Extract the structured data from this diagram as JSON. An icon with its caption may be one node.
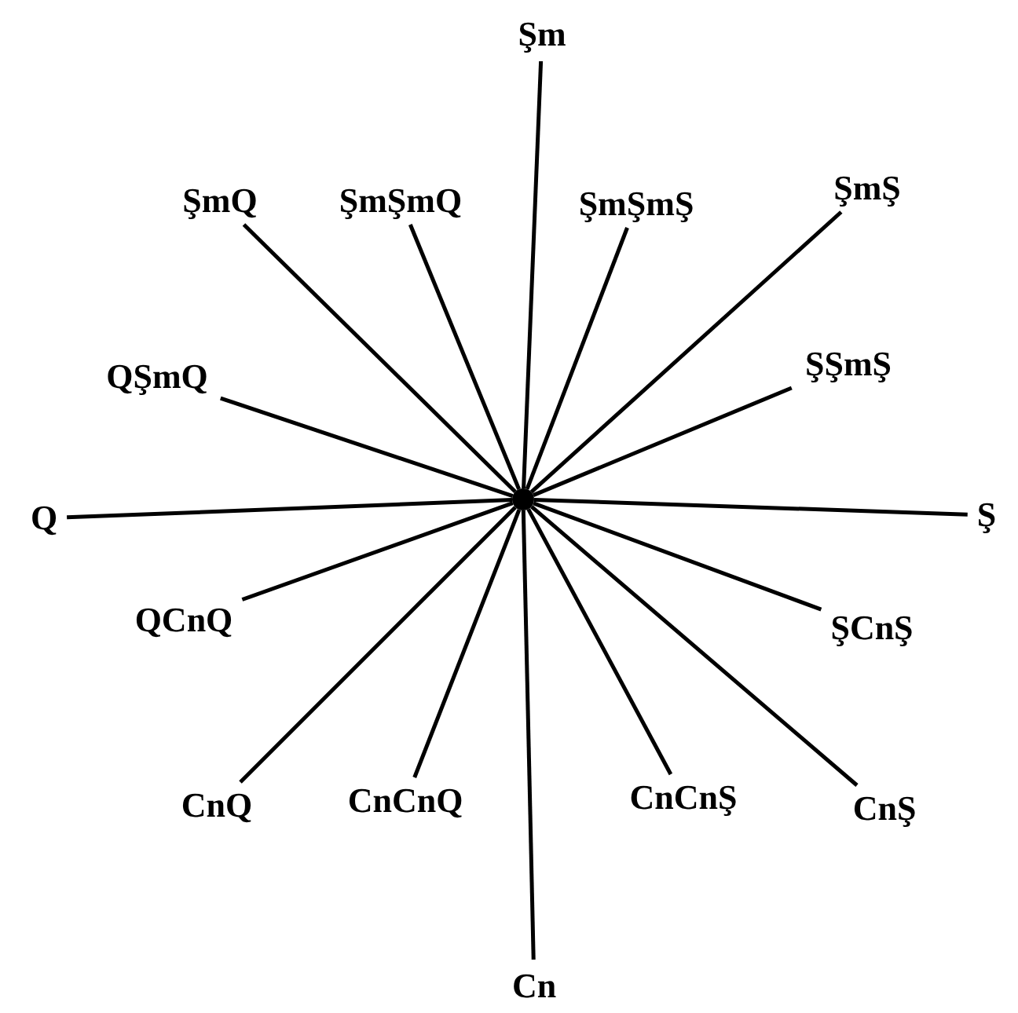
{
  "diagram": {
    "nodes": [
      {
        "text": [],
        "shape": "circle"
      },
      {
        "text": [
          "Şm"
        ]
      },
      {
        "text": [
          "ŞmQ"
        ]
      },
      {
        "text": [
          "ŞmŞmQ"
        ]
      },
      {
        "text": [
          "ŞmŞmŞ"
        ]
      },
      {
        "text": [
          "ŞmŞ"
        ]
      },
      {
        "text": [
          "QŞmQ"
        ]
      },
      {
        "text": [
          "ŞŞmŞ"
        ]
      },
      {
        "text": [
          "Q"
        ]
      },
      {
        "text": [
          "Ş"
        ]
      },
      {
        "text": [
          "QCnQ"
        ]
      },
      {
        "text": [
          "ŞCnŞ"
        ]
      },
      {
        "text": [
          "CnQ"
        ]
      },
      {
        "text": [
          "CnCnQ"
        ]
      },
      {
        "text": [
          "CnCnŞ"
        ]
      },
      {
        "text": [
          "CnŞ"
        ]
      },
      {
        "text": [
          "Cn"
        ]
      }
    ],
    "edges": [
      {
        "from": 0,
        "to": 1,
        "arrow": "none"
      },
      {
        "from": 0,
        "to": 2,
        "arrow": "none"
      },
      {
        "from": 0,
        "to": 3,
        "arrow": "none"
      },
      {
        "from": 0,
        "to": 4,
        "arrow": "none"
      },
      {
        "from": 0,
        "to": 5,
        "arrow": "none"
      },
      {
        "from": 0,
        "to": 6,
        "arrow": "none"
      },
      {
        "from": 0,
        "to": 7,
        "arrow": "none"
      },
      {
        "from": 0,
        "to": 8,
        "arrow": "none"
      },
      {
        "from": 0,
        "to": 9,
        "arrow": "none"
      },
      {
        "from": 0,
        "to": 10,
        "arrow": "none"
      },
      {
        "from": 0,
        "to": 11,
        "arrow": "none"
      },
      {
        "from": 0,
        "to": 12,
        "arrow": "none"
      },
      {
        "from": 0,
        "to": 13,
        "arrow": "none"
      },
      {
        "from": 0,
        "to": 14,
        "arrow": "none"
      },
      {
        "from": 0,
        "to": 15,
        "arrow": "none"
      },
      {
        "from": 0,
        "to": 16,
        "arrow": "none"
      }
    ]
  }
}
